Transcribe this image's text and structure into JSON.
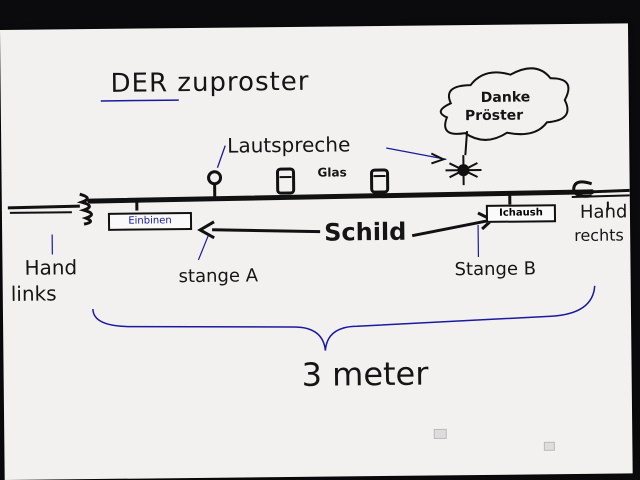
{
  "diagram": {
    "title": "DER zuproster",
    "labels": {
      "lautsprecher": "Lautspreche",
      "glas": "Glas",
      "schild": "Schild",
      "stange_a": "stange A",
      "stange_b": "Stange B",
      "hand_links_1": "Hand",
      "hand_links_2": "links",
      "hand_rechts_1": "Hand",
      "hand_rechts_2": "rechts",
      "distance": "3 meter"
    },
    "speech_bubble": {
      "line1": "Danke",
      "line2": "Pröster"
    },
    "signs": {
      "left": "Einbinen",
      "right": "Ichaush"
    }
  }
}
